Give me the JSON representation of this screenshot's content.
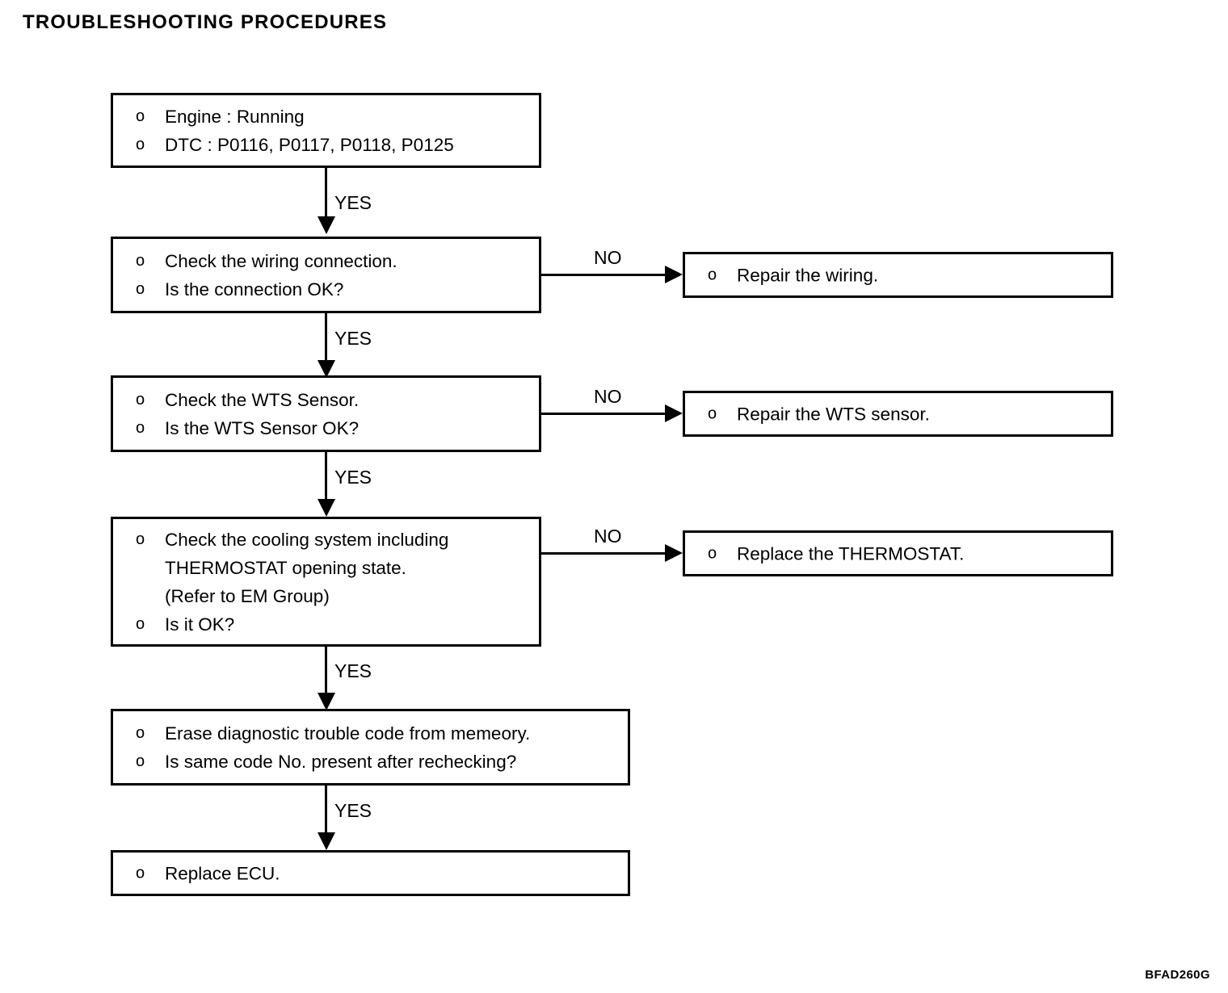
{
  "page": {
    "title": "TROUBLESHOOTING PROCEDURES",
    "figure_code": "BFAD260G",
    "bullet_glyph": "o",
    "ink_color": "#000000",
    "background_color": "#ffffff"
  },
  "flowchart": {
    "type": "flowchart",
    "orientation": "top-to-bottom",
    "nodes": [
      {
        "id": "start",
        "lines": [
          "Engine : Running",
          "DTC : P0116, P0117, P0118, P0125"
        ],
        "line1": "Engine : Running",
        "line2": "DTC : P0116, P0117, P0118, P0125"
      },
      {
        "id": "check-wiring",
        "lines": [
          "Check the wiring connection.",
          "Is the connection OK?"
        ],
        "line1": "Check the wiring connection.",
        "line2": "Is the connection OK?"
      },
      {
        "id": "repair-wiring",
        "lines": [
          "Repair the wiring."
        ],
        "line1": "Repair the wiring."
      },
      {
        "id": "check-wts",
        "lines": [
          "Check the WTS Sensor.",
          "Is the WTS Sensor OK?"
        ],
        "line1": "Check the WTS Sensor.",
        "line2": "Is the WTS Sensor OK?"
      },
      {
        "id": "repair-wts",
        "lines": [
          "Repair the WTS sensor."
        ],
        "line1": "Repair the WTS sensor."
      },
      {
        "id": "check-cooling",
        "lines": [
          "Check the cooling system including",
          "THERMOSTAT opening state.",
          "(Refer to EM Group)",
          "Is it OK?"
        ],
        "line1": "Check the cooling system including",
        "line2": "THERMOSTAT opening state.",
        "line3": "(Refer to EM Group)",
        "line4": "Is it OK?"
      },
      {
        "id": "replace-thermostat",
        "lines": [
          "Replace the THERMOSTAT."
        ],
        "line1": "Replace the THERMOSTAT."
      },
      {
        "id": "erase-dtc",
        "lines": [
          "Erase diagnostic trouble code from memeory.",
          "Is same code No. present after rechecking?"
        ],
        "line1": "Erase diagnostic trouble code from memeory.",
        "line2": "Is same code No. present after rechecking?"
      },
      {
        "id": "replace-ecu",
        "lines": [
          "Replace ECU."
        ],
        "line1": "Replace ECU."
      }
    ],
    "edges": [
      {
        "id": "e1",
        "from": "start",
        "to": "check-wiring",
        "label": "YES"
      },
      {
        "id": "e2",
        "from": "check-wiring",
        "to": "repair-wiring",
        "label": "NO"
      },
      {
        "id": "e3",
        "from": "check-wiring",
        "to": "check-wts",
        "label": "YES"
      },
      {
        "id": "e4",
        "from": "check-wts",
        "to": "repair-wts",
        "label": "NO"
      },
      {
        "id": "e5",
        "from": "check-wts",
        "to": "check-cooling",
        "label": "YES"
      },
      {
        "id": "e6",
        "from": "check-cooling",
        "to": "replace-thermostat",
        "label": "NO"
      },
      {
        "id": "e7",
        "from": "check-cooling",
        "to": "erase-dtc",
        "label": "YES"
      },
      {
        "id": "e8",
        "from": "erase-dtc",
        "to": "replace-ecu",
        "label": "YES"
      }
    ]
  }
}
